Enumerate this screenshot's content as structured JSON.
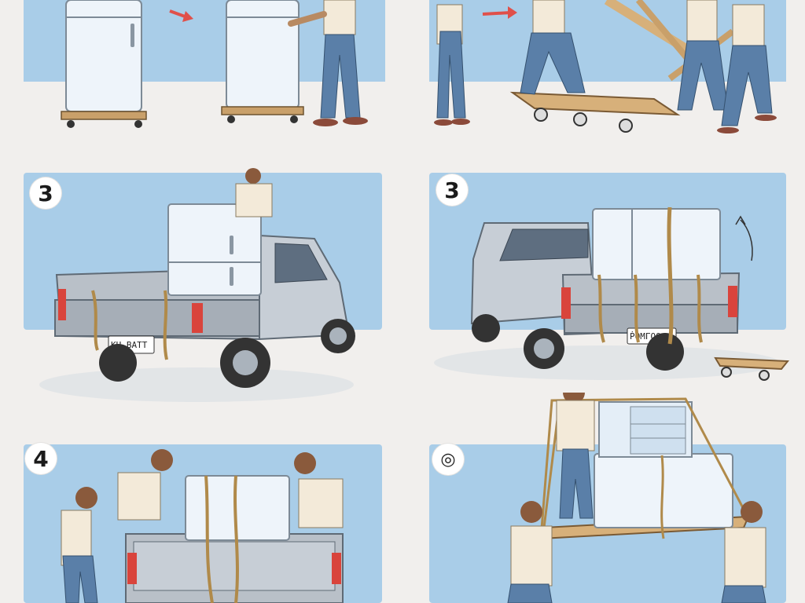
{
  "steps": {
    "step3a": "3",
    "step3b": "3",
    "step4": "4",
    "step5": "◎"
  },
  "plates": {
    "truck_a": "КΗ ВАТТ",
    "truck_b": "ṖОМГОО"
  },
  "colors": {
    "panel_blue": "#a9cde8",
    "floor": "#ffffff",
    "background": "#f1efed",
    "arrow_red": "#e0504a",
    "truck_silver": "#b9c0c8",
    "fridge_white": "#eef4fa",
    "rope": "#b08a4a"
  }
}
